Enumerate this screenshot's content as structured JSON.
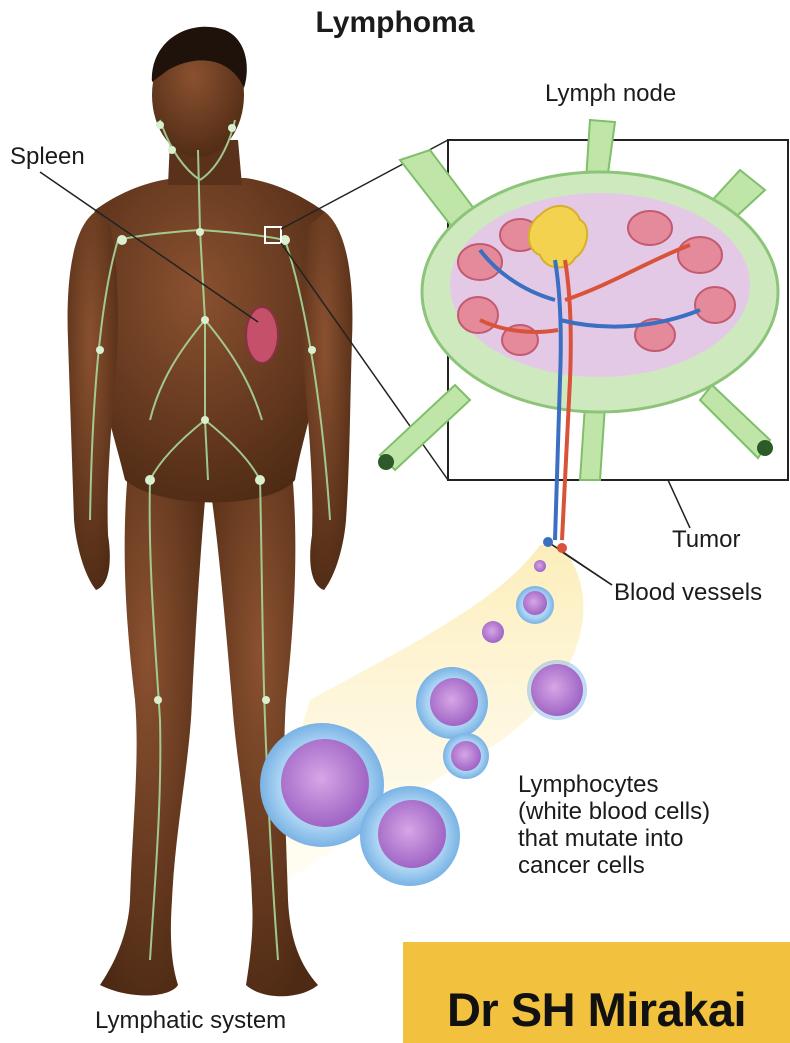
{
  "title": "Lymphoma",
  "labels": {
    "lymph_node": "Lymph node",
    "spleen": "Spleen",
    "tumor": "Tumor",
    "blood_vessels": "Blood vessels",
    "lymphocytes": [
      "Lymphocytes",
      "(white blood cells)",
      "that mutate into",
      "cancer cells"
    ],
    "lymphatic_system": "Lymphatic system"
  },
  "watermark": "Dr SH Mirakai",
  "colors": {
    "skin": "#6b3b1f",
    "lymph_green": "#a8d89a",
    "artery_red": "#d9533b",
    "vein_blue": "#3a6fc2",
    "tumor_yellow": "#f3d24f",
    "cell_purple": "#b07ad0",
    "cell_halo": "#8fc6ee",
    "banner": "#f2c13d"
  }
}
